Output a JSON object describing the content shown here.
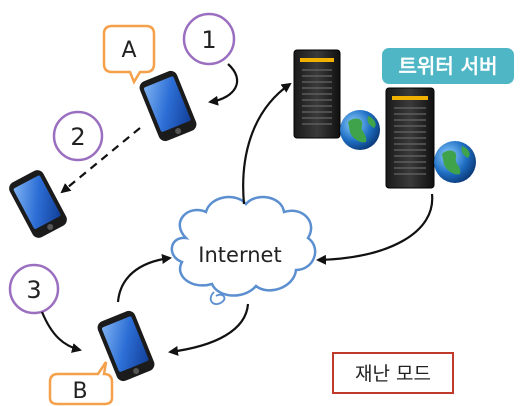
{
  "nodes": {
    "phone_a": {
      "label": "A"
    },
    "phone_b": {
      "label": "B"
    },
    "step_1": {
      "label": "1"
    },
    "step_2": {
      "label": "2"
    },
    "step_3": {
      "label": "3"
    },
    "cloud": {
      "label": "Internet"
    },
    "server_badge": {
      "label": "트위터 서버"
    },
    "mode_box": {
      "label": "재난 모드"
    }
  },
  "colors": {
    "callout_border": "#f5a04a",
    "step_circle": "#9b6fc0",
    "cloud_stroke": "#5b8fd0",
    "server_badge_bg": "#4fb6c6",
    "mode_border": "#c0392b",
    "phone_screen": "#2d6fd6",
    "arrow": "#111111"
  },
  "icons": [
    "smartphone-icon",
    "server-icon",
    "globe-icon",
    "cloud-icon"
  ]
}
